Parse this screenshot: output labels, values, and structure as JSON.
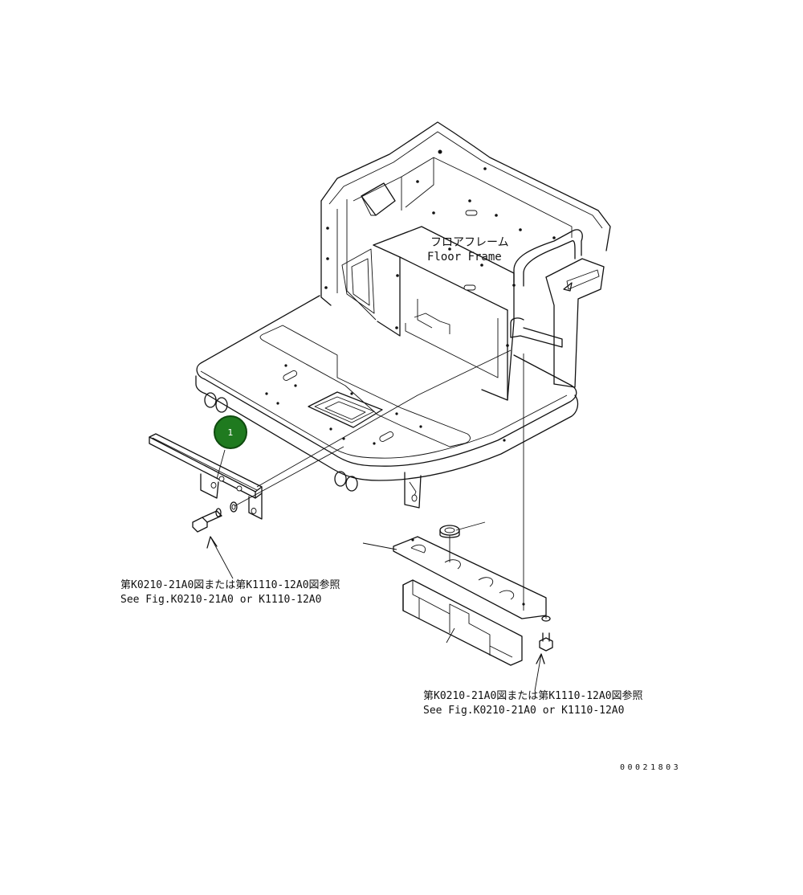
{
  "labels": {
    "floor_frame_jp": "フロアフレーム",
    "floor_frame_en": "Floor Frame",
    "ref_left_jp": "第K0210-21A0図または第K1110-12A0図参照",
    "ref_left_en": "See Fig.K0210-21A0 or K1110-12A0",
    "ref_right_jp": "第K0210-21A0図または第K1110-12A0図参照",
    "ref_right_en": "See Fig.K0210-21A0 or K1110-12A0",
    "drawing_number": "00021803"
  },
  "callouts": [
    {
      "number": "1",
      "color": "#1f7a1f"
    }
  ]
}
